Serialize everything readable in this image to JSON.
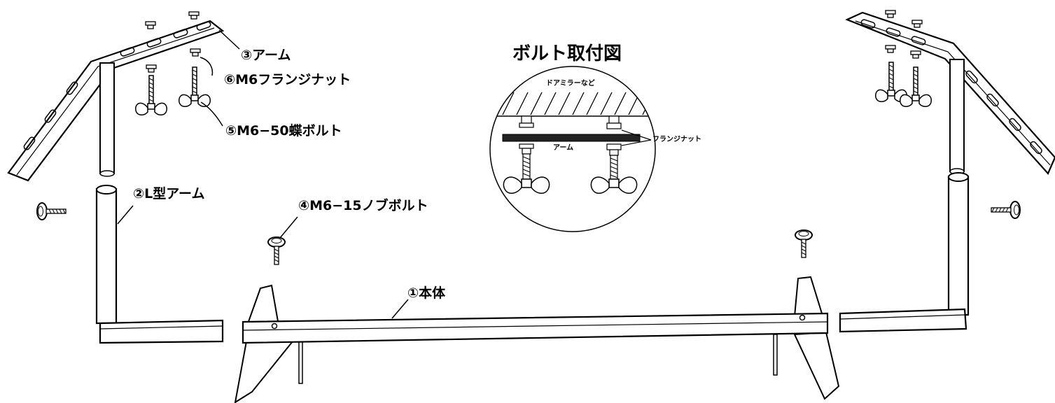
{
  "parts": {
    "body": "①本体",
    "l_arm": "②L型アーム",
    "arm": "③アーム",
    "knob_bolt": "④M6−15ノブボルト",
    "wing_bolt": "⑤M6−50蝶ボルト",
    "flange_nut": "⑥M6フランジナット"
  },
  "detail": {
    "title": "ボルト取付図",
    "mirror": "ドアミラーなど",
    "arm": "アーム",
    "flange_nut": "フランジナット"
  }
}
